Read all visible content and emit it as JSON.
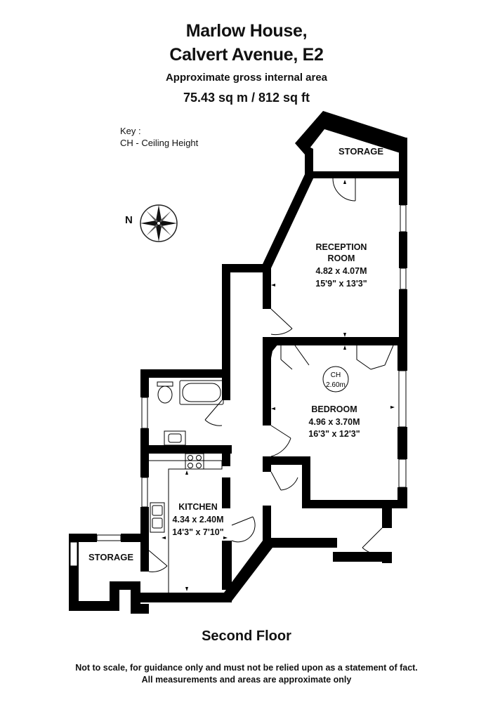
{
  "header": {
    "title_line1": "Marlow House,",
    "title_line2": "Calvert Avenue, E2",
    "area_caption": "Approximate gross internal area",
    "area_values": "75.43 sq m /  812 sq ft"
  },
  "key": {
    "title": "Key :",
    "entry": "CH - Ceiling Height"
  },
  "compass": {
    "label": "N",
    "icon": "compass-rose-icon"
  },
  "rooms": {
    "storage_top": {
      "name": "STORAGE"
    },
    "reception": {
      "name_line1": "RECEPTION",
      "name_line2": "ROOM",
      "metric": "4.82 x 4.07M",
      "imperial": "15'9\" x 13'3\""
    },
    "bedroom": {
      "name": "BEDROOM",
      "metric": "4.96 x 3.70M",
      "imperial": "16'3\" x 12'3\""
    },
    "ceiling": {
      "label": "CH",
      "value": "2.60m"
    },
    "kitchen": {
      "name": "KITCHEN",
      "metric": "4.34 x 2.40M",
      "imperial": "14'3\" x 7'10\""
    },
    "storage_left": {
      "name": "STORAGE"
    }
  },
  "floor_name": "Second Floor",
  "disclaimer": {
    "line1": "Not to scale, for guidance only and must not be relied upon as a statement of fact.",
    "line2": "All measurements and areas are approximate only"
  }
}
